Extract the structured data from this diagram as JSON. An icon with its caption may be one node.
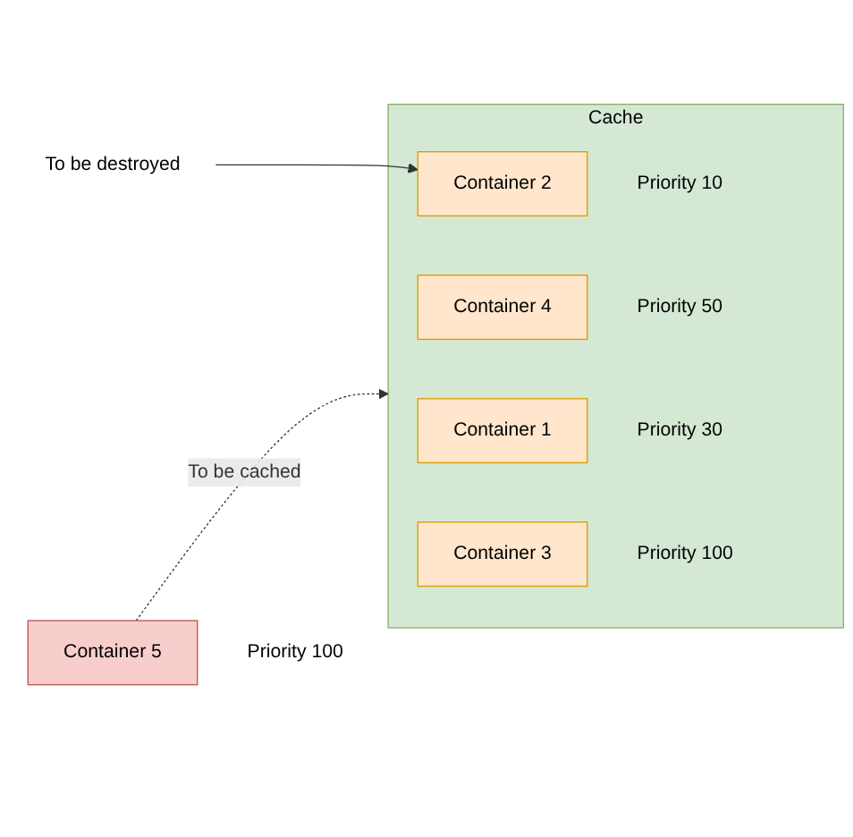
{
  "diagram": {
    "nodes": [
      {
        "text": [
          "Container 5"
        ],
        "beside": [
          "Priority 100"
        ]
      },
      {
        "text": [
          "Cache"
        ]
      },
      {
        "text": [
          "Container 2"
        ],
        "in": 1,
        "beside": [
          "Priority 10"
        ]
      },
      {
        "text": [
          "Container 4"
        ],
        "in": 1,
        "beside": [
          "Priority 50"
        ]
      },
      {
        "text": [
          "Container 1"
        ],
        "in": 1,
        "beside": [
          "Priority 30"
        ]
      },
      {
        "text": [
          "Container 3"
        ],
        "in": 1,
        "beside": [
          "Priority 100"
        ]
      },
      {
        "text": [
          "To be destroyed"
        ]
      }
    ],
    "edges": [
      {
        "from": 0,
        "to": 1,
        "arrow": "to",
        "label": "To be cached",
        "style": "dashed"
      },
      {
        "from": 6,
        "to": 2,
        "arrow": "to"
      }
    ]
  }
}
